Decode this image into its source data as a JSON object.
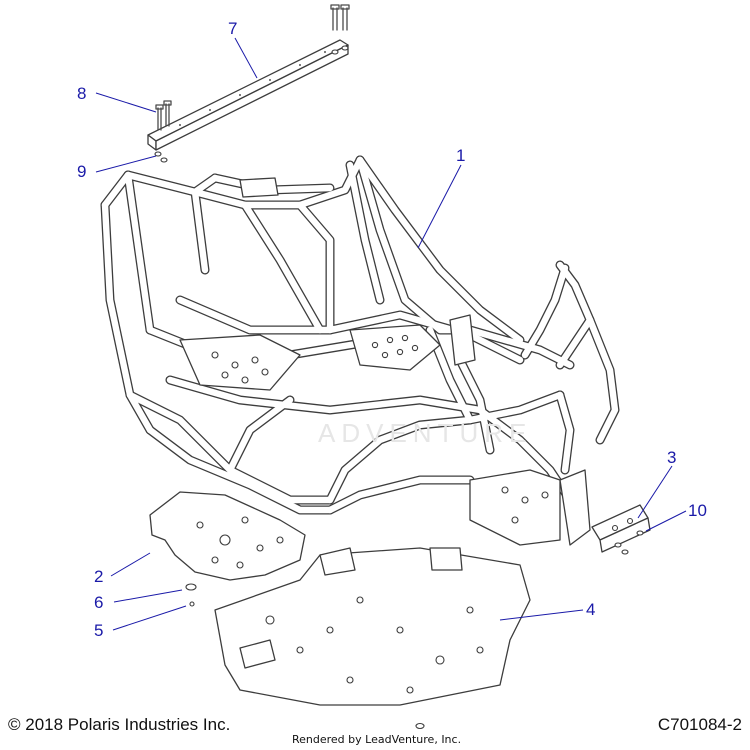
{
  "callouts": [
    {
      "id": "1",
      "label": "1"
    },
    {
      "id": "2",
      "label": "2"
    },
    {
      "id": "3",
      "label": "3"
    },
    {
      "id": "4",
      "label": "4"
    },
    {
      "id": "5",
      "label": "5"
    },
    {
      "id": "6",
      "label": "6"
    },
    {
      "id": "7",
      "label": "7"
    },
    {
      "id": "8",
      "label": "8"
    },
    {
      "id": "9",
      "label": "9"
    },
    {
      "id": "10",
      "label": "10"
    }
  ],
  "footer": {
    "copyright": "© 2018 Polaris Industries Inc.",
    "rendered_by": "Rendered by LeadVenture, Inc.",
    "part_code": "C701084-2"
  },
  "watermark": "ADVENTURE",
  "colors": {
    "callout": "#1a1aa8",
    "line": "#3d3d3d"
  }
}
